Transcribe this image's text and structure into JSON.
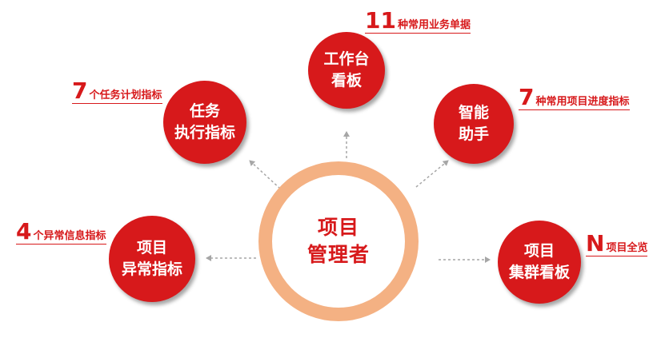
{
  "colors": {
    "accent": "#d7191b",
    "ring": "#f4b183",
    "arrow": "#a6a6a6"
  },
  "center": {
    "label": "项目\n管理者"
  },
  "nodes": {
    "workbench": {
      "label": "工作台\n看板"
    },
    "task": {
      "label": "任务\n执行指标"
    },
    "assistant": {
      "label": "智能\n助手"
    },
    "anomaly": {
      "label": "项目\n异常指标"
    },
    "cluster": {
      "label": "项目\n集群看板"
    }
  },
  "callouts": {
    "workbench": {
      "number": "11",
      "text": "种常用业务单据"
    },
    "task": {
      "number": "7",
      "text": "个任务计划指标"
    },
    "assistant": {
      "number": "7",
      "text": "种常用项目进度指标"
    },
    "anomaly": {
      "number": "4",
      "text": "个异常信息指标"
    },
    "cluster": {
      "number": "N",
      "text": "项目全览"
    }
  }
}
